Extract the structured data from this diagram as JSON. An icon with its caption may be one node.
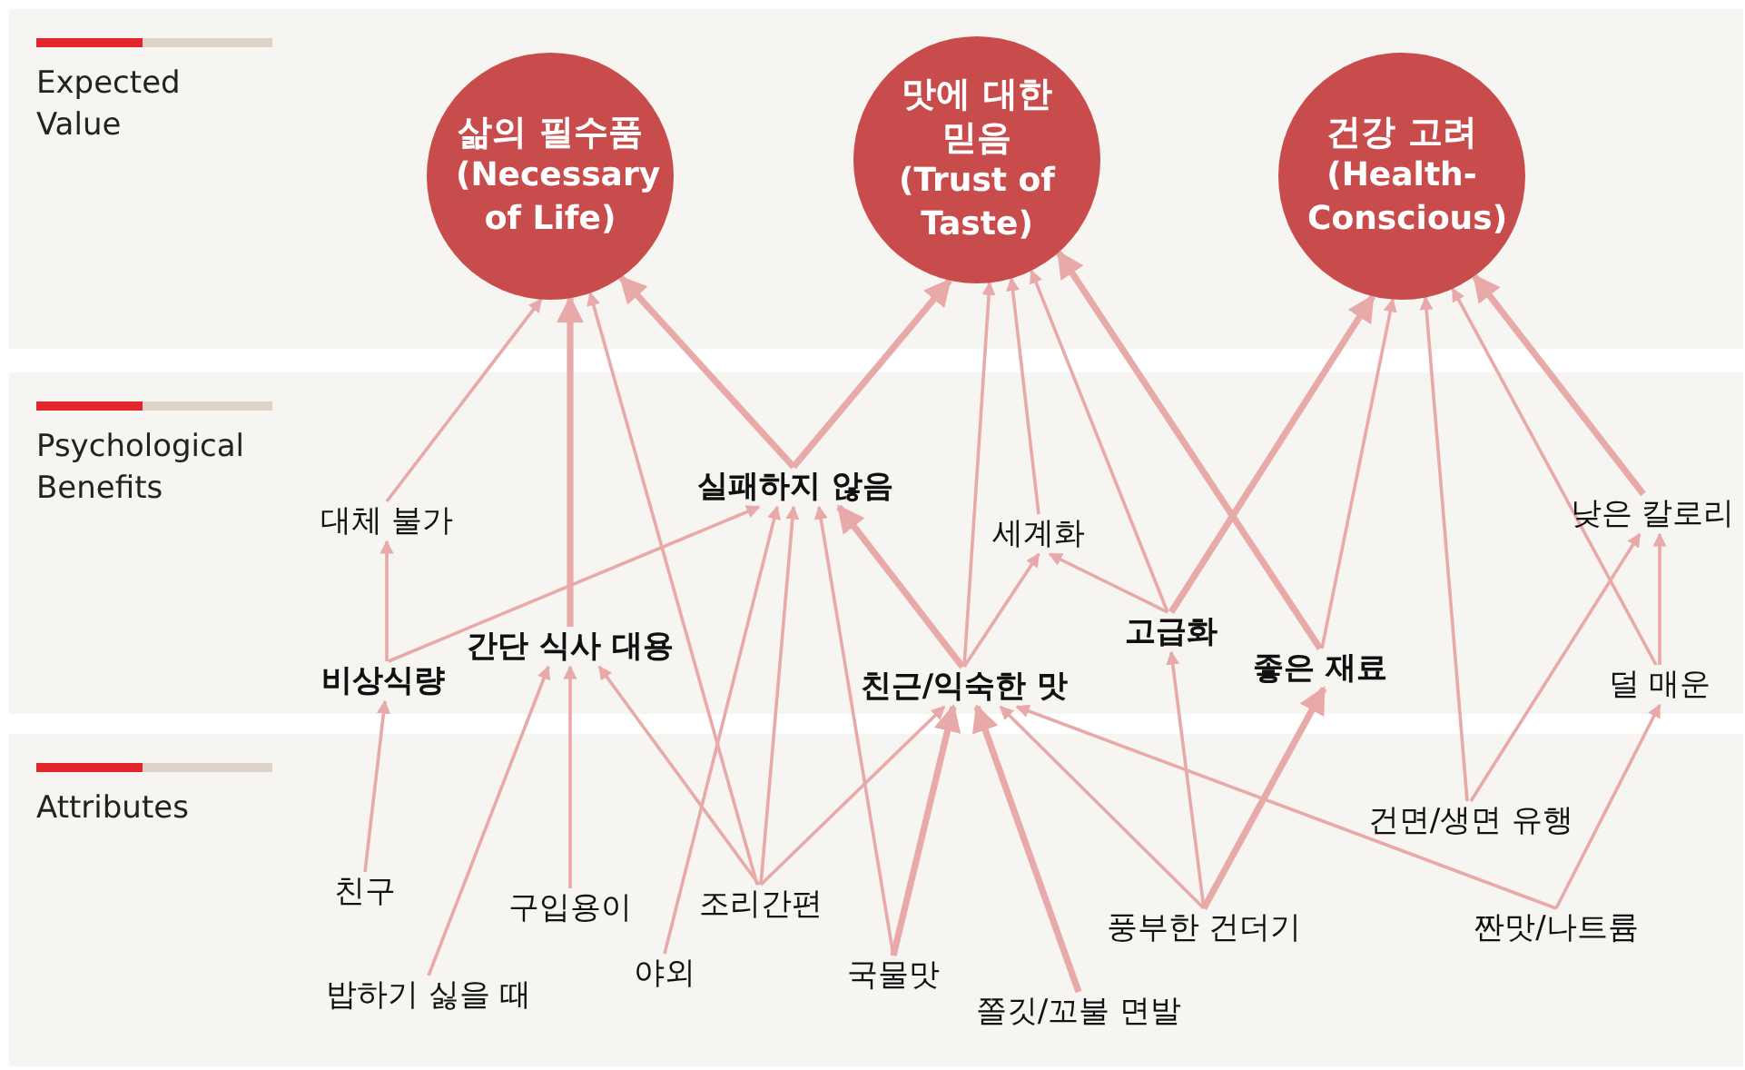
{
  "diagram": {
    "nodes": [
      {
        "text": [
          "삶의 필수품",
          "(Necessary of Life)"
        ]
      },
      {
        "text": [
          "맛에 대한 믿음",
          "(Trust of Taste)"
        ]
      },
      {
        "text": [
          "건강 고려",
          "(Health-Conscious)"
        ]
      },
      {
        "text": [
          "대체 불가"
        ]
      },
      {
        "text": [
          "실패하지 않음"
        ]
      },
      {
        "text": [
          "세계화"
        ]
      },
      {
        "text": [
          "낮은 칼로리"
        ]
      },
      {
        "text": [
          "비상식량"
        ]
      },
      {
        "text": [
          "간단 식사 대용"
        ]
      },
      {
        "text": [
          "친근/익숙한 맛"
        ]
      },
      {
        "text": [
          "고급화"
        ]
      },
      {
        "text": [
          "좋은 재료"
        ]
      },
      {
        "text": [
          "덜 매운"
        ]
      },
      {
        "text": [
          "친구"
        ]
      },
      {
        "text": [
          "밥하기 싫을 때"
        ]
      },
      {
        "text": [
          "구입용이"
        ]
      },
      {
        "text": [
          "야외"
        ]
      },
      {
        "text": [
          "조리간편"
        ]
      },
      {
        "text": [
          "국물맛"
        ]
      },
      {
        "text": [
          "쫄깃/꼬불 면발"
        ]
      },
      {
        "text": [
          "풍부한 건더기"
        ]
      },
      {
        "text": [
          "건면/생면 유행"
        ]
      },
      {
        "text": [
          "짠맛/나트륨"
        ]
      }
    ],
    "edges": [
      {
        "from": 3,
        "to": 0,
        "arrow": "to"
      },
      {
        "from": 8,
        "to": 0,
        "arrow": "to",
        "style": "thick"
      },
      {
        "from": 17,
        "to": 0,
        "arrow": "to"
      },
      {
        "from": 4,
        "to": 0,
        "arrow": "to",
        "style": "thick"
      },
      {
        "from": 4,
        "to": 1,
        "arrow": "to",
        "style": "thick"
      },
      {
        "from": 9,
        "to": 1,
        "arrow": "to"
      },
      {
        "from": 5,
        "to": 1,
        "arrow": "to"
      },
      {
        "from": 10,
        "to": 1,
        "arrow": "to"
      },
      {
        "from": 11,
        "to": 1,
        "arrow": "to",
        "style": "thick"
      },
      {
        "from": 10,
        "to": 2,
        "arrow": "to",
        "style": "thick"
      },
      {
        "from": 11,
        "to": 2,
        "arrow": "to"
      },
      {
        "from": 21,
        "to": 2,
        "arrow": "to"
      },
      {
        "from": 12,
        "to": 2,
        "arrow": "to"
      },
      {
        "from": 6,
        "to": 2,
        "arrow": "to",
        "style": "thick"
      },
      {
        "from": 12,
        "to": 6,
        "arrow": "to"
      },
      {
        "from": 21,
        "to": 6,
        "arrow": "to"
      },
      {
        "from": 7,
        "to": 3,
        "arrow": "to"
      },
      {
        "from": 7,
        "to": 4,
        "arrow": "to"
      },
      {
        "from": 9,
        "to": 4,
        "arrow": "to",
        "style": "thick"
      },
      {
        "from": 9,
        "to": 5,
        "arrow": "to"
      },
      {
        "from": 10,
        "to": 5,
        "arrow": "to"
      },
      {
        "from": 13,
        "to": 7,
        "arrow": "to"
      },
      {
        "from": 14,
        "to": 8,
        "arrow": "to"
      },
      {
        "from": 15,
        "to": 8,
        "arrow": "to"
      },
      {
        "from": 17,
        "to": 8,
        "arrow": "to"
      },
      {
        "from": 16,
        "to": 4,
        "arrow": "to"
      },
      {
        "from": 17,
        "to": 4,
        "arrow": "to"
      },
      {
        "from": 18,
        "to": 4,
        "arrow": "to"
      },
      {
        "from": 17,
        "to": 9,
        "arrow": "to"
      },
      {
        "from": 18,
        "to": 9,
        "arrow": "to",
        "style": "thick"
      },
      {
        "from": 19,
        "to": 9,
        "arrow": "to",
        "style": "thick"
      },
      {
        "from": 20,
        "to": 9,
        "arrow": "to"
      },
      {
        "from": 22,
        "to": 9,
        "arrow": "to"
      },
      {
        "from": 20,
        "to": 10,
        "arrow": "to"
      },
      {
        "from": 20,
        "to": 11,
        "arrow": "to",
        "style": "thick"
      },
      {
        "from": 22,
        "to": 12,
        "arrow": "to"
      }
    ],
    "labels": [
      "Expected Value",
      "Psychological Benefits",
      "Attributes"
    ]
  }
}
